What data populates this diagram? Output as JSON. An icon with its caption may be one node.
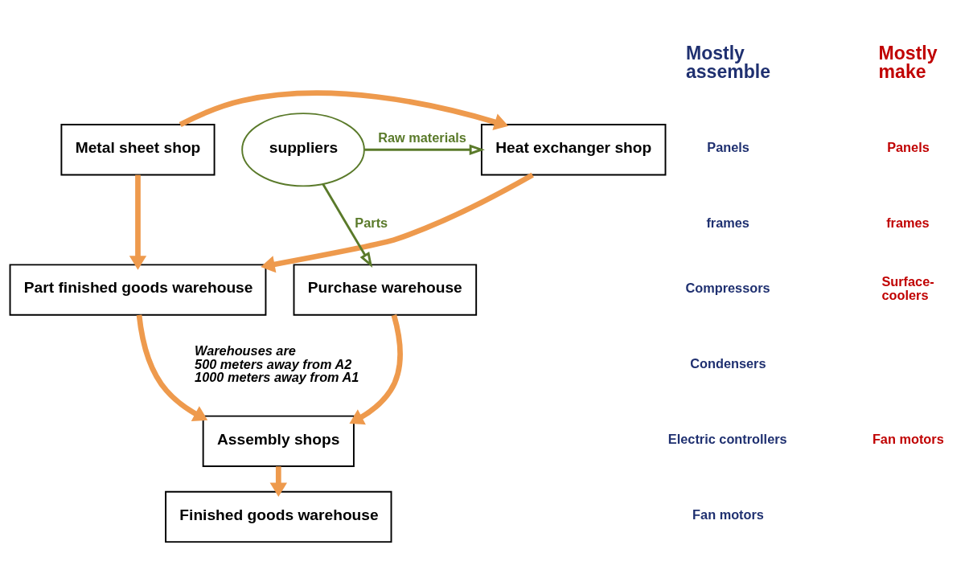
{
  "diagram": {
    "nodes": [
      {
        "text": [
          "Metal sheet shop"
        ]
      },
      {
        "text": [
          "Heat exchanger shop"
        ]
      },
      {
        "text": [
          "suppliers"
        ]
      },
      {
        "text": [
          "Part finished goods warehouse"
        ]
      },
      {
        "text": [
          "Purchase warehouse"
        ]
      },
      {
        "text": [
          "Assembly shops"
        ]
      },
      {
        "text": [
          "Finished goods warehouse"
        ]
      }
    ],
    "edges": [
      {
        "from": 0,
        "to": 1,
        "arrow": "to"
      },
      {
        "from": 2,
        "to": 1,
        "arrow": "to",
        "label": "Raw materials",
        "color": "#5a7a2a"
      },
      {
        "from": 0,
        "to": 3,
        "arrow": "to"
      },
      {
        "from": 1,
        "to": 3,
        "arrow": "to"
      },
      {
        "from": 2,
        "to": 4,
        "arrow": "to",
        "label": "Parts",
        "color": "#5a7a2a"
      },
      {
        "from": 3,
        "to": 5,
        "arrow": "to"
      },
      {
        "from": 4,
        "to": 5,
        "arrow": "to"
      },
      {
        "from": 5,
        "to": 6,
        "arrow": "to"
      }
    ],
    "labels": [
      "Mostly make",
      "Mostly assemble",
      "Panels",
      "Panels",
      "frames",
      "frames",
      "Surface-coolers",
      "Compressors",
      "Condensers",
      "Fan motors",
      "Electric controllers",
      "Fan motors",
      "Warehouses are 500 meters away from A2 1000 meters away from A1"
    ]
  }
}
